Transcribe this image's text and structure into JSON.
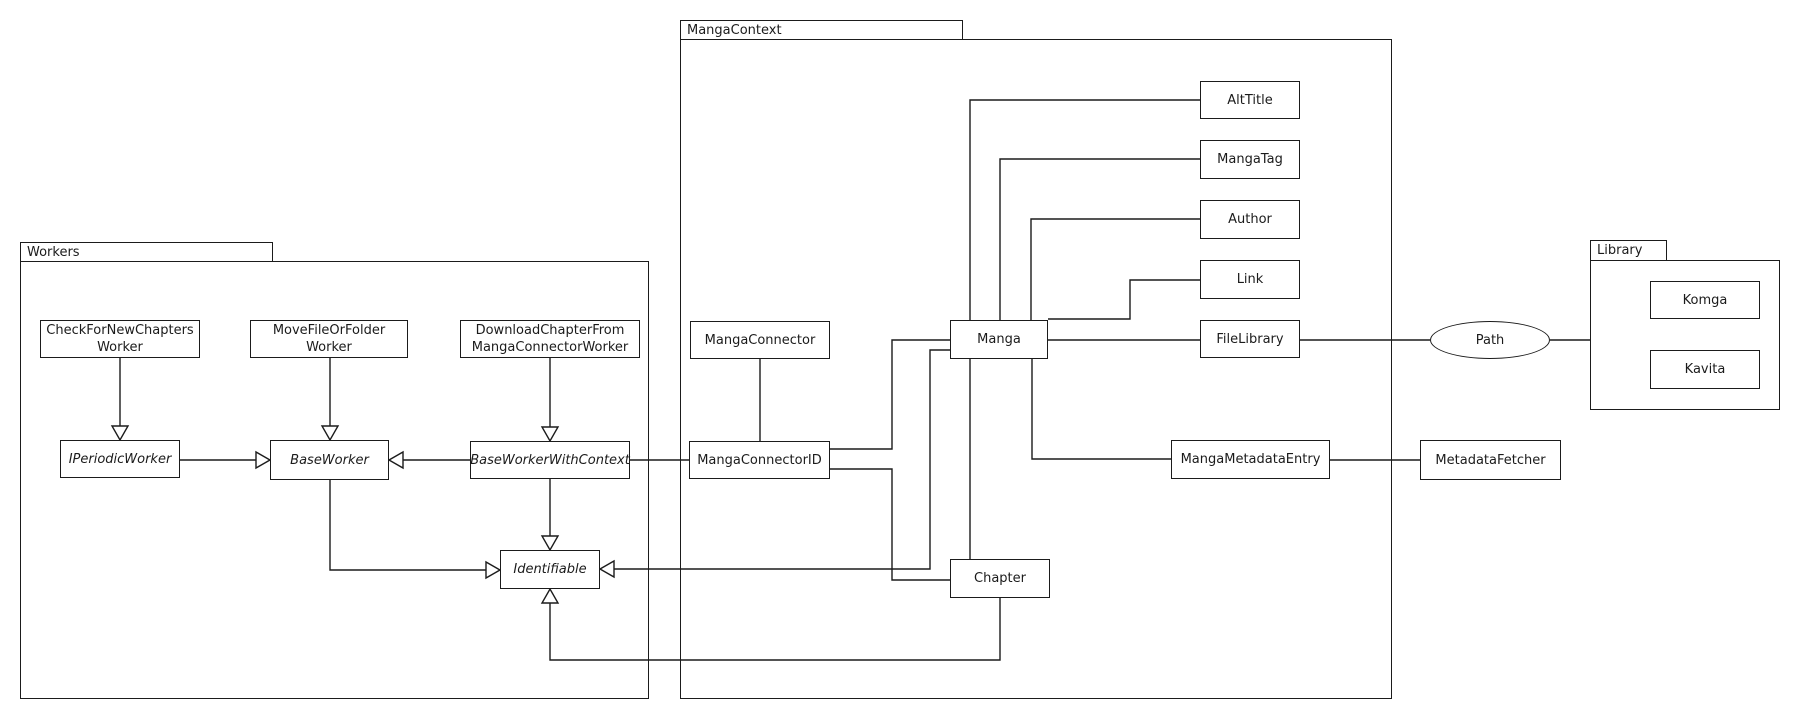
{
  "diagram": {
    "packages": {
      "workers": {
        "label": "Workers"
      },
      "manga_context": {
        "label": "MangaContext"
      },
      "library": {
        "label": "Library"
      }
    },
    "nodes": {
      "check_for_new_chapters_worker": {
        "line1": "CheckForNewChapters",
        "line2": "Worker"
      },
      "move_file_or_folder_worker": {
        "line1": "MoveFileOrFolder",
        "line2": "Worker"
      },
      "download_chapter_from_manga_connector_worker": {
        "line1": "DownloadChapterFrom",
        "line2": "MangaConnectorWorker"
      },
      "i_periodic_worker": {
        "label": "IPeriodicWorker"
      },
      "base_worker": {
        "label": "BaseWorker"
      },
      "base_worker_with_context": {
        "label": "BaseWorkerWithContext"
      },
      "identifiable": {
        "label": "Identifiable"
      },
      "manga_connector": {
        "label": "MangaConnector"
      },
      "manga_connector_id": {
        "label": "MangaConnectorID"
      },
      "manga": {
        "label": "Manga"
      },
      "chapter": {
        "label": "Chapter"
      },
      "alt_title": {
        "label": "AltTitle"
      },
      "manga_tag": {
        "label": "MangaTag"
      },
      "author": {
        "label": "Author"
      },
      "link": {
        "label": "Link"
      },
      "file_library": {
        "label": "FileLibrary"
      },
      "manga_metadata_entry": {
        "label": "MangaMetadataEntry"
      },
      "metadata_fetcher": {
        "label": "MetadataFetcher"
      },
      "komga": {
        "label": "Komga"
      },
      "kavita": {
        "label": "Kavita"
      },
      "path": {
        "label": "Path"
      }
    },
    "colors": {
      "line": "#1b1b1b",
      "background": "#ffffff",
      "node_fill": "#ffffff"
    }
  }
}
